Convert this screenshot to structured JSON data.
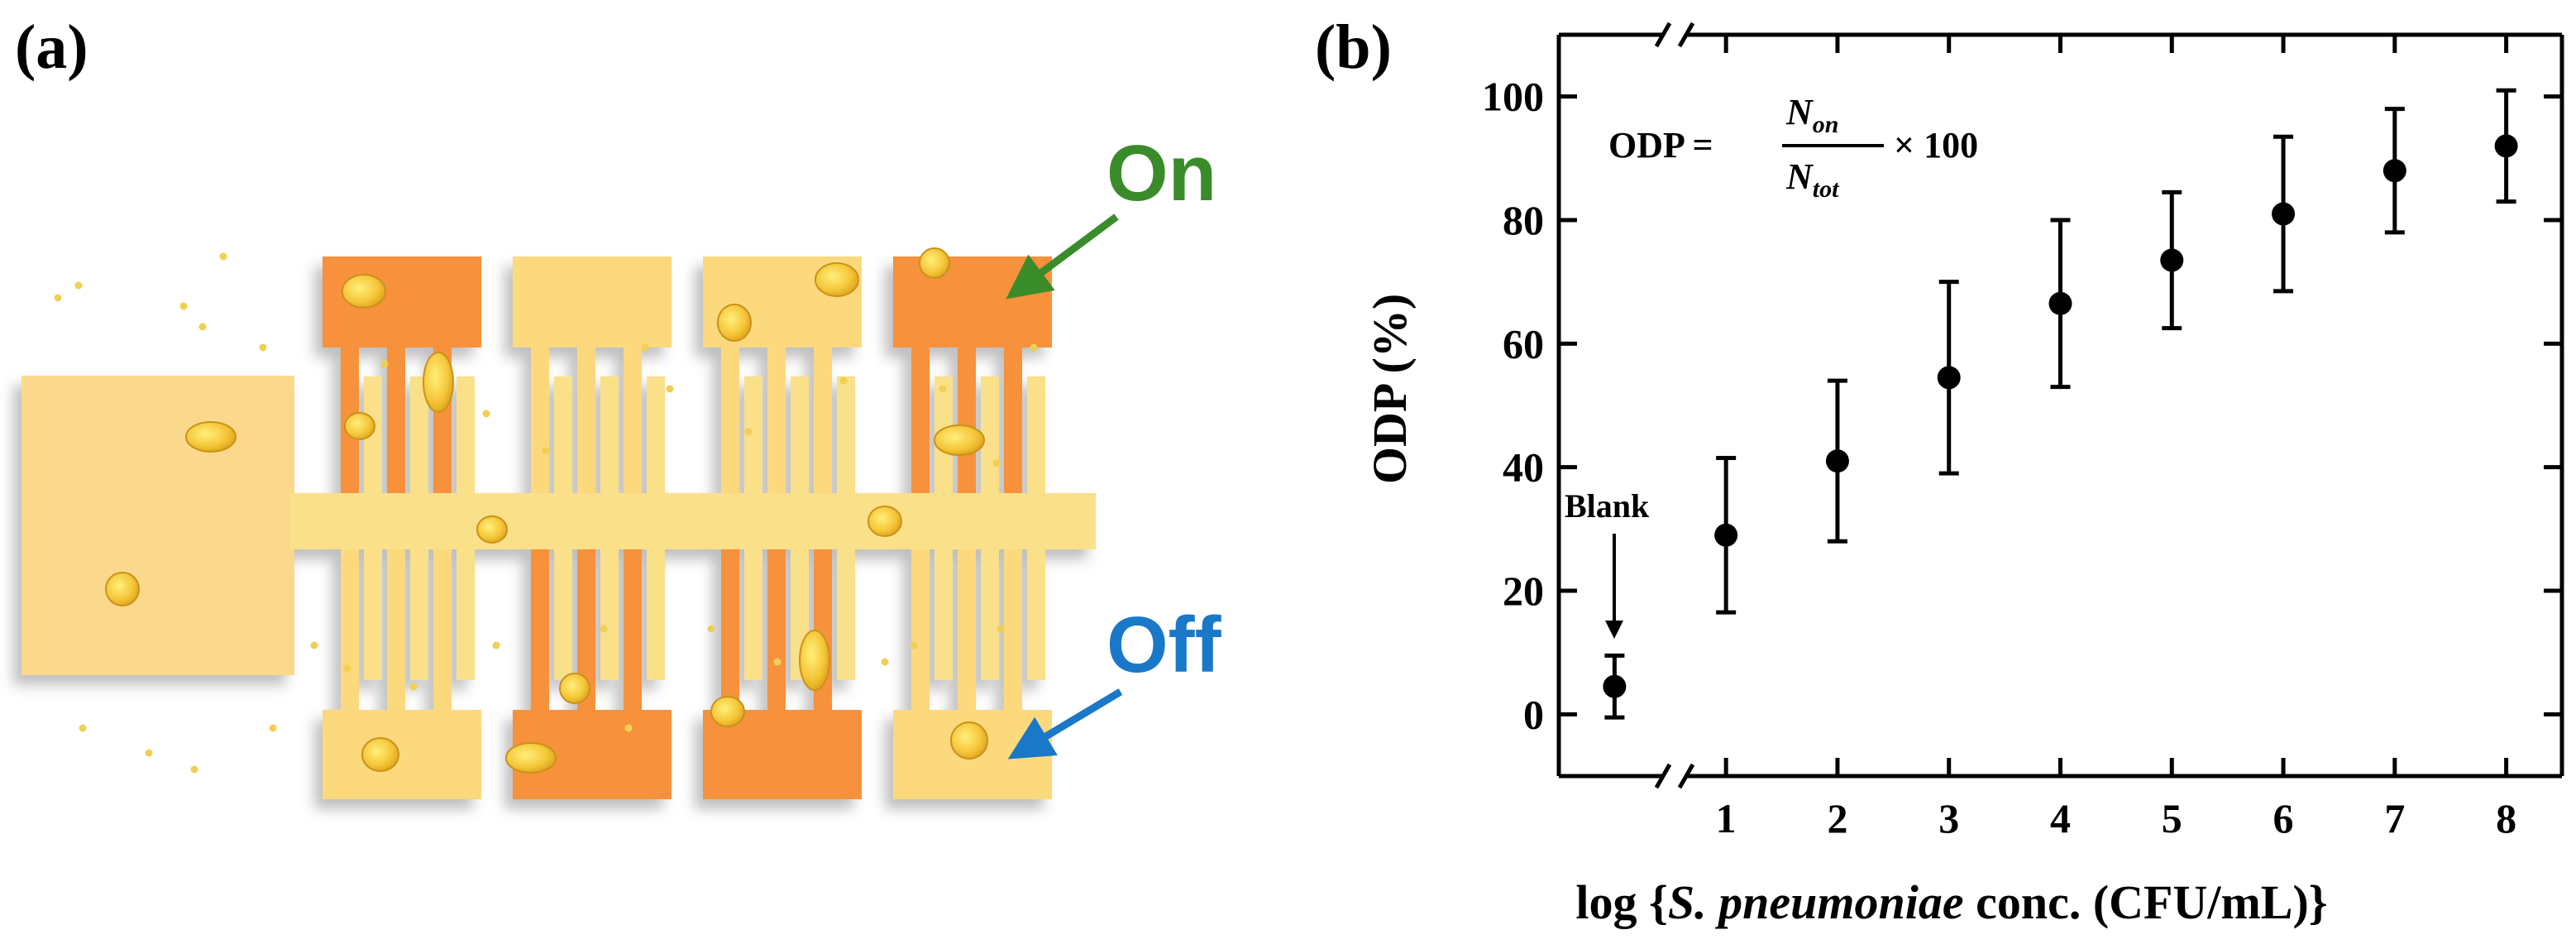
{
  "panel_a": {
    "label": "(a)",
    "on_label": "On",
    "off_label": "Off",
    "colors": {
      "on_pad": "#f7913b",
      "off_pad": "#fbd97c",
      "base_pad": "#fbd98c",
      "on_text": "#3a8c2a",
      "off_text": "#1a78c8",
      "particle": "#f4c94a"
    },
    "top_pads": [
      "on",
      "off",
      "off",
      "on"
    ],
    "bottom_pads": [
      "off",
      "on",
      "on",
      "off"
    ]
  },
  "panel_b": {
    "label": "(b)",
    "formula": {
      "lhs": "ODP =",
      "numerator": "N",
      "numerator_sub": "on",
      "denominator": "N",
      "denominator_sub": "tot",
      "rhs": "× 100"
    },
    "blank_label": "Blank"
  },
  "chart_data": {
    "type": "scatter",
    "title": "",
    "xlabel_parts": [
      "log {",
      "S. pneumoniae",
      " conc. (CFU/mL)}"
    ],
    "ylabel": "ODP (%)",
    "xlim": [
      -0.5,
      8.5
    ],
    "ylim": [
      -10,
      110
    ],
    "xticks": [
      1,
      2,
      3,
      4,
      5,
      6,
      7,
      8
    ],
    "yticks": [
      0,
      20,
      40,
      60,
      80,
      100
    ],
    "axis_break": true,
    "grid": false,
    "blank": {
      "value": 4.5,
      "error": 5
    },
    "series": [
      {
        "x": [
          1,
          2,
          3,
          4,
          5,
          6,
          7,
          8
        ],
        "y": [
          29,
          41,
          54.5,
          66.5,
          73.5,
          81,
          88,
          92
        ],
        "error": [
          12.5,
          13,
          15.5,
          13.5,
          11,
          12.5,
          10,
          9
        ]
      }
    ]
  }
}
